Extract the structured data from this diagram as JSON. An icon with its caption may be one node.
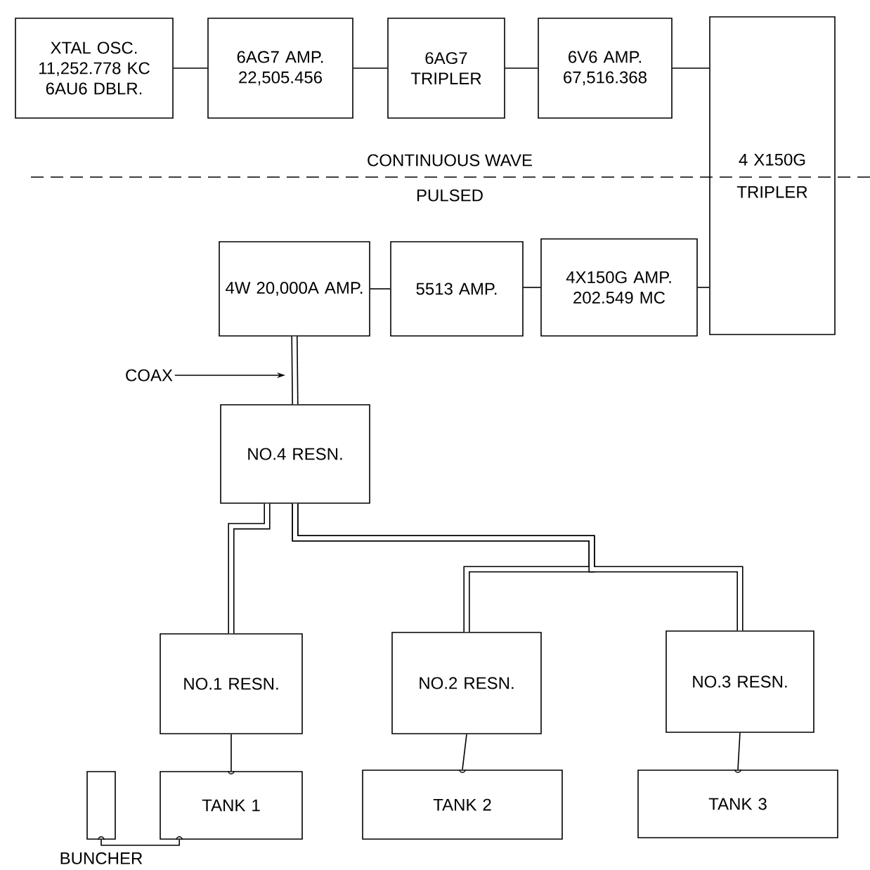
{
  "diagram": {
    "nodes": [
      {
        "text": [
          "XTAL OSC. 11,252.778 KC 6AU6 DBLR."
        ]
      },
      {
        "text": [
          "6AG7 AMP. 22,505.456"
        ]
      },
      {
        "text": [
          "6AG7 TRIPLER"
        ]
      },
      {
        "text": [
          "6V6 AMP. 67,516.368"
        ]
      },
      {
        "text": [
          "4 X150G TRIPLER"
        ]
      },
      {
        "text": [
          "4W 20,000A AMP."
        ]
      },
      {
        "text": [
          "5513 AMP."
        ]
      },
      {
        "text": [
          "4X150G AMP. 202.549 MC"
        ]
      },
      {
        "text": [
          "NO.4 RESN."
        ]
      },
      {
        "text": [
          "NO.1 RESN."
        ]
      },
      {
        "text": [
          "NO.2 RESN."
        ]
      },
      {
        "text": [
          "NO.3 RESN."
        ]
      },
      {
        "text": [
          "TANK 1"
        ]
      },
      {
        "text": [
          "TANK 2"
        ]
      },
      {
        "text": [
          "TANK 3"
        ]
      },
      {
        "text": [],
        "shape": "box",
        "beside": [
          "BUNCHER"
        ]
      },
      {
        "text": [
          "COAX"
        ]
      }
    ],
    "edges": [
      {
        "from": 0,
        "to": 1,
        "arrow": "none"
      },
      {
        "from": 1,
        "to": 2,
        "arrow": "none"
      },
      {
        "from": 2,
        "to": 3,
        "arrow": "none"
      },
      {
        "from": 3,
        "to": 4,
        "arrow": "none"
      },
      {
        "from": 4,
        "to": 7,
        "arrow": "none"
      },
      {
        "from": 7,
        "to": 6,
        "arrow": "none"
      },
      {
        "from": 6,
        "to": 5,
        "arrow": "none"
      },
      {
        "from": 5,
        "to": 8,
        "arrow": "none",
        "style": "thick"
      },
      {
        "from": 8,
        "to": 9,
        "arrow": "none",
        "style": "thick"
      },
      {
        "from": 8,
        "to": 10,
        "arrow": "none",
        "style": "thick"
      },
      {
        "from": 8,
        "to": 11,
        "arrow": "none",
        "style": "thick"
      },
      {
        "from": 9,
        "to": 12,
        "arrow": "none"
      },
      {
        "from": 10,
        "to": 13,
        "arrow": "none"
      },
      {
        "from": 11,
        "to": 14,
        "arrow": "none"
      },
      {
        "from": 15,
        "to": 12,
        "arrow": "none"
      },
      {
        "from": 16,
        "to": null,
        "arrow": "to"
      }
    ],
    "labels": [
      "CONTINUOUS WAVE",
      "PULSED"
    ]
  }
}
